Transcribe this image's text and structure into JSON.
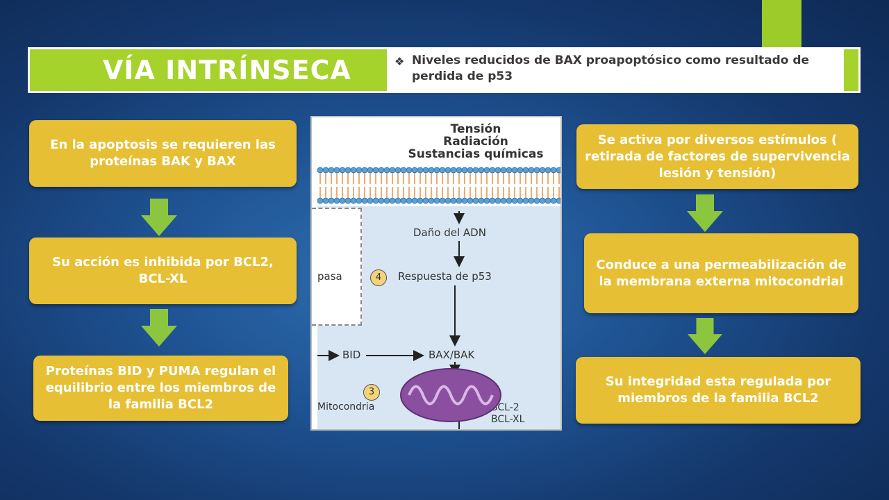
{
  "title": "VÍA INTRÍNSECA",
  "note": {
    "bullet_icon": "diamond-bullet-icon",
    "text": "Niveles reducidos de BAX proapoptósico como resultado de perdida de p53"
  },
  "left_boxes": [
    "En la apoptosis se requieren las proteínas BAK y BAX",
    "Su acción es inhibida por BCL2, BCL-XL",
    "Proteínas BID y PUMA regulan el equilibrio entre los miembros de la familia BCL2"
  ],
  "right_boxes": [
    "Se activa por diversos estímulos ( retirada de factores de supervivencia lesión y tensión)",
    "Conduce a una permeabilización de la membrana externa mitocondrial",
    "Su integridad esta regulada por miembros de la familia BCL2"
  ],
  "figure": {
    "stimuli": [
      "Tensión",
      "Radiación",
      "Sustancias químicas"
    ],
    "dna_damage": "Daño del ADN",
    "step4_number": "4",
    "step4_label": "Respuesta de p53",
    "left_cut_label": "pasa",
    "bid_label": "BID",
    "baxbak_label": "BAX/BAK",
    "step3_number": "3",
    "mito_label": "Mitocondria",
    "bcl2_label": "BCL-2",
    "bclxl_label": "BCL-XL"
  },
  "colors": {
    "background": "#1f5494",
    "banner_green": "#a6d22c",
    "box_yellow": "#e7bf34",
    "arrow_green": "#8cc63f",
    "mitochondria_purple": "#8a4f9e"
  }
}
